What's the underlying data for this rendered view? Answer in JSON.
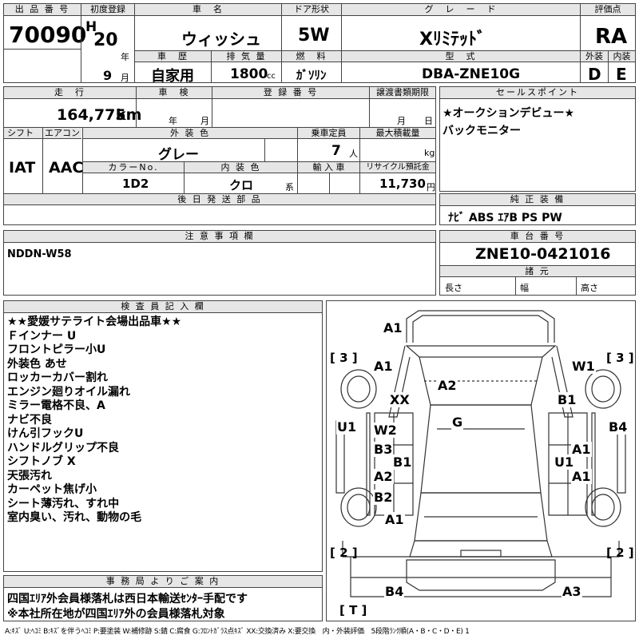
{
  "header": {
    "lot_label": "出 品 番 号",
    "lot_no": "70090",
    "reg_label": "初度登録",
    "era": "H",
    "year": "20",
    "year_unit": "年",
    "month": "9",
    "month_unit": "月",
    "name_label": "車　名",
    "name": "ウィッシュ",
    "door_label": "ドア形状",
    "door": "5W",
    "grade_label": "グ　レ　ー　ド",
    "grade": "Xﾘﾐﾃｯﾄﾞ",
    "score_label": "評価点",
    "score": "RA",
    "history_label": "車　歴",
    "history": "自家用",
    "disp_label": "排 気 量",
    "disp": "1800",
    "disp_unit": "cc",
    "fuel_label": "燃　料",
    "fuel": "ｶﾞｿﾘﾝ",
    "model_label": "型　式",
    "model": "DBA-ZNE10G",
    "ext_label": "外装",
    "ext": "D",
    "int_label": "内装",
    "int": "E"
  },
  "row2": {
    "mileage_label": "走　行",
    "mileage": "164,775",
    "mileage_unit": "km",
    "inspection_label": "車　検",
    "insp_year": "年",
    "insp_month": "月",
    "plate_label": "登 録 番 号",
    "transfer_label": "譲渡書類期限",
    "tr_month": "月",
    "tr_day": "日",
    "shift_label": "シフト",
    "shift": "IAT",
    "ac_label": "エアコン",
    "ac": "AAC",
    "color_label": "外 装 色",
    "color": "グレー",
    "capacity_label": "乗車定員",
    "capacity": "7",
    "capacity_unit": "人",
    "load_label": "最大積載量",
    "load_unit": "kg",
    "colorno_label": "カラーNo.",
    "colorno": "1D2",
    "intcolor_label": "内 装 色",
    "intcolor": "クロ",
    "intcolor_unit": "系",
    "import_label": "輸 入 車",
    "recycle_label": "リサイクル預託金",
    "recycle": "11,730",
    "recycle_unit": "円",
    "later_label": "後 日 発 送 部 品"
  },
  "sales": {
    "label": "セールスポイント",
    "lines": [
      "★オークションデビュー★",
      "バックモニター"
    ]
  },
  "equipment": {
    "label": "純 正 装 備",
    "value": "ﾅﾋﾞ ABS ｴｱB PS PW"
  },
  "caution": {
    "label": "注 意 事 項 欄",
    "value": "NDDN-W58"
  },
  "chassis": {
    "label": "車 台 番 号",
    "value": "ZNE10-0421016",
    "dims_label": "諸 元",
    "len": "長さ",
    "wid": "幅",
    "hgt": "高さ"
  },
  "inspector": {
    "label": "検 査 員 記 入 欄",
    "lines": [
      "★★愛媛サテライト会場出品車★★",
      "Ｆインナー U",
      "フロントピラー小U",
      "外装色 あせ",
      "ロッカーカバー割れ",
      "エンジン廻りオイル漏れ",
      "ミラー電格不良、A",
      "ナビ不良",
      "けん引フックU",
      "ハンドルグリップ不良",
      "シフトノブ X",
      "天張汚れ",
      "カーペット焦げ小",
      "シート薄汚れ、すれ中",
      "室内臭い、汚れ、動物の毛"
    ]
  },
  "office": {
    "label": "事 務 局 よ り ご 案 内",
    "lines": [
      "四国ｴﾘｱ外会員様落札は西日本輸送ｾﾝﾀｰ手配です",
      "※本社所在地が四国ｴﾘｱ外の会員様落札対象"
    ]
  },
  "diagram": {
    "labels": [
      "A1",
      "A1",
      "W1",
      "XX",
      "A2",
      "B1",
      "U1",
      "W2",
      "G",
      "B4",
      "B3",
      "B1",
      "A1",
      "U1",
      "A2",
      "A1",
      "B2",
      "A1",
      "B4",
      "A3"
    ],
    "brackets": [
      "[ 3 ]",
      "[ 3 ]",
      "[ 2 ]",
      "[ 2 ]",
      "[ T ]"
    ]
  },
  "legend": "A:ｷｽﾞ U:ﾍｺﾐ B:ｷｽﾞを伴うﾍｺﾐ P:要塗装 W:補修跡 S:錆 C:腐食 G:ﾌﾛﾝﾄｶﾞﾗｽ点ｷｽﾞ XX:交換済み X:要交換　内・外装評価　5段階ﾗﾝｸ順(A・B・C・D・E) 1"
}
